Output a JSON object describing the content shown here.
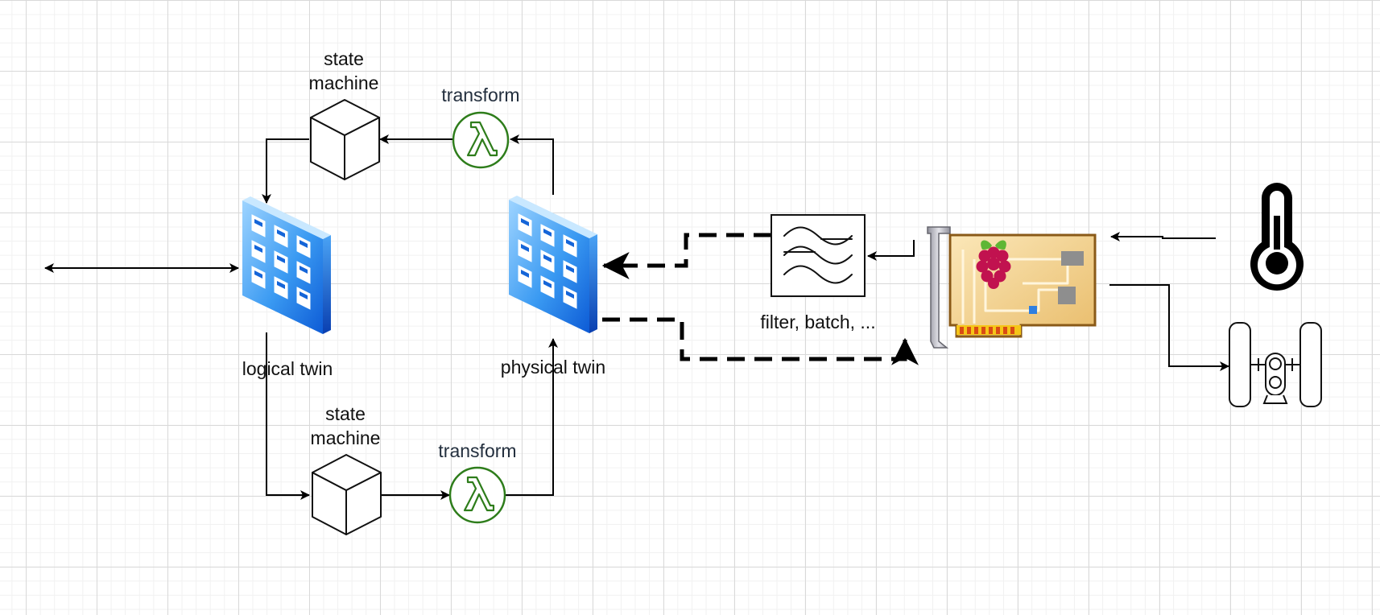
{
  "labels": {
    "state_machine_top_line1": "state",
    "state_machine_top_line2": "machine",
    "transform_top": "transform",
    "logical_twin": "logical twin",
    "physical_twin": "physical twin",
    "state_machine_bottom_line1": "state",
    "state_machine_bottom_line2": "machine",
    "transform_bottom": "transform",
    "filter": "filter, batch, ..."
  },
  "icons": {
    "state_machine": "cube-icon",
    "transform": "lambda-icon",
    "twin": "building-icon",
    "filter": "filter-waves-icon",
    "device": "raspberry-pi-board-icon",
    "sensor": "thermometer-icon",
    "actuator": "satellite-icon"
  },
  "colors": {
    "lambda_green": "#2e7d1b",
    "twin_blue": "#1e88e5",
    "label_dark": "#232f3e",
    "grid": "#d9d9d9"
  }
}
